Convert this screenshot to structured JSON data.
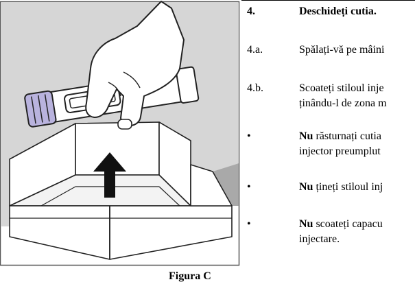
{
  "figure": {
    "icons": [
      "hand-icon",
      "pen-injector-icon",
      "box-icon",
      "up-arrow-icon"
    ],
    "caption": "Figura C"
  },
  "steps": [
    {
      "num": "4.",
      "text": "Deschideți cutia.",
      "style": "heading"
    },
    {
      "num": "4.a.",
      "text": "Spălați-vă pe mâini"
    },
    {
      "num": "4.b.",
      "text": "Scoateți stiloul inje",
      "text2": "ținându-l de zona m"
    },
    {
      "num": "•",
      "bold": "Nu",
      "text": " răsturnați cutia",
      "text2": "injector preumplut"
    },
    {
      "num": "•",
      "bold": "Nu",
      "text": " țineți stiloul inj"
    },
    {
      "num": "•",
      "bold": "Nu",
      "text": " scoateți capacu",
      "text2": "injectare."
    }
  ]
}
